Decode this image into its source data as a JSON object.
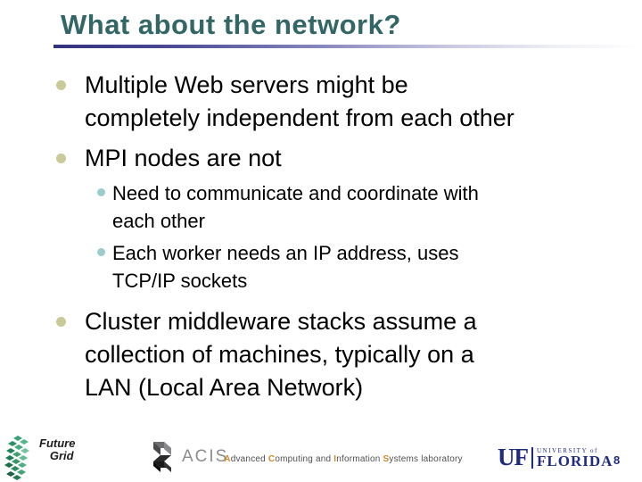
{
  "slide": {
    "title": "What about the network?",
    "page_number": "8"
  },
  "content": {
    "bullets": [
      {
        "level": 1,
        "lines": [
          "Multiple Web servers might be",
          "completely independent from each other"
        ]
      },
      {
        "level": 1,
        "lines": [
          "MPI nodes are not"
        ]
      },
      {
        "level": 2,
        "lines": [
          "Need to communicate and coordinate with",
          "each other"
        ]
      },
      {
        "level": 2,
        "lines": [
          "Each worker needs an IP address, uses",
          "TCP/IP sockets"
        ]
      },
      {
        "level": 1,
        "lines": [
          "Cluster middleware stacks assume a",
          "collection of machines, typically on a",
          "LAN (Local Area Network)"
        ]
      }
    ]
  },
  "footer": {
    "futuregrid": {
      "line1": "Future",
      "line2": "Grid"
    },
    "acis_text": "ACIS",
    "lab_segments": [
      {
        "text": "A"
      },
      {
        "text": "dvanced "
      },
      {
        "text": "C"
      },
      {
        "text": "omputing and "
      },
      {
        "text": "I"
      },
      {
        "text": "nformation "
      },
      {
        "text": "S"
      },
      {
        "text": "ystems laboratory"
      }
    ],
    "uf": {
      "mark": "UF",
      "university_of": "UNIVERSITY of",
      "florida": "FLORIDA"
    }
  },
  "colors": {
    "title": "#336666",
    "bullet_main": "#ccc999",
    "bullet_sub": "#9acccb",
    "rule_dark": "#32327f",
    "lab_highlight": "#d4872a",
    "uf_navy": "#1f2c7e",
    "futuregrid_green": "#2f9e6e"
  }
}
